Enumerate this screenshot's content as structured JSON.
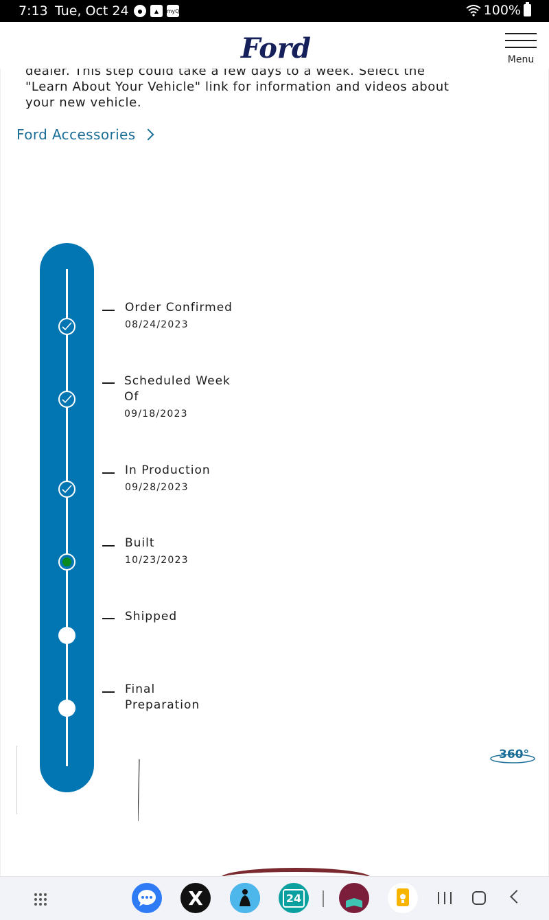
{
  "status_bar": {
    "time": "7:13",
    "date": "Tue, Oct 24",
    "notification_icons": [
      "shield-icon",
      "image-icon",
      "myq-icon"
    ],
    "myq_label": "myQ",
    "battery": "100%"
  },
  "header": {
    "logo_text": "Ford",
    "menu_label": "Menu"
  },
  "intro": {
    "line1": "dealer. This step could take a few days to a week. Select the",
    "line2": "\"Learn About Your Vehicle\" link for information and videos about",
    "line3": "your new vehicle."
  },
  "accessories_link": "Ford Accessories",
  "tracker": {
    "steps": [
      {
        "title": "Order Confirmed",
        "date": "08/24/2023",
        "state": "done"
      },
      {
        "title": "Scheduled Week Of",
        "date": "09/18/2023",
        "state": "done"
      },
      {
        "title": "In Production",
        "date": "09/28/2023",
        "state": "done"
      },
      {
        "title": "Built",
        "date": "10/23/2023",
        "state": "current"
      },
      {
        "title": "Shipped",
        "date": "",
        "state": "pending"
      },
      {
        "title": "Final Preparation",
        "date": "",
        "state": "pending"
      }
    ]
  },
  "view360_label": "360°",
  "navbar": {
    "calendar_day": "24",
    "x_app_label": "X"
  },
  "colors": {
    "tracker_blue": "#0276b3",
    "link_teal": "#1a6e97",
    "current_green": "#0a8a1e"
  }
}
